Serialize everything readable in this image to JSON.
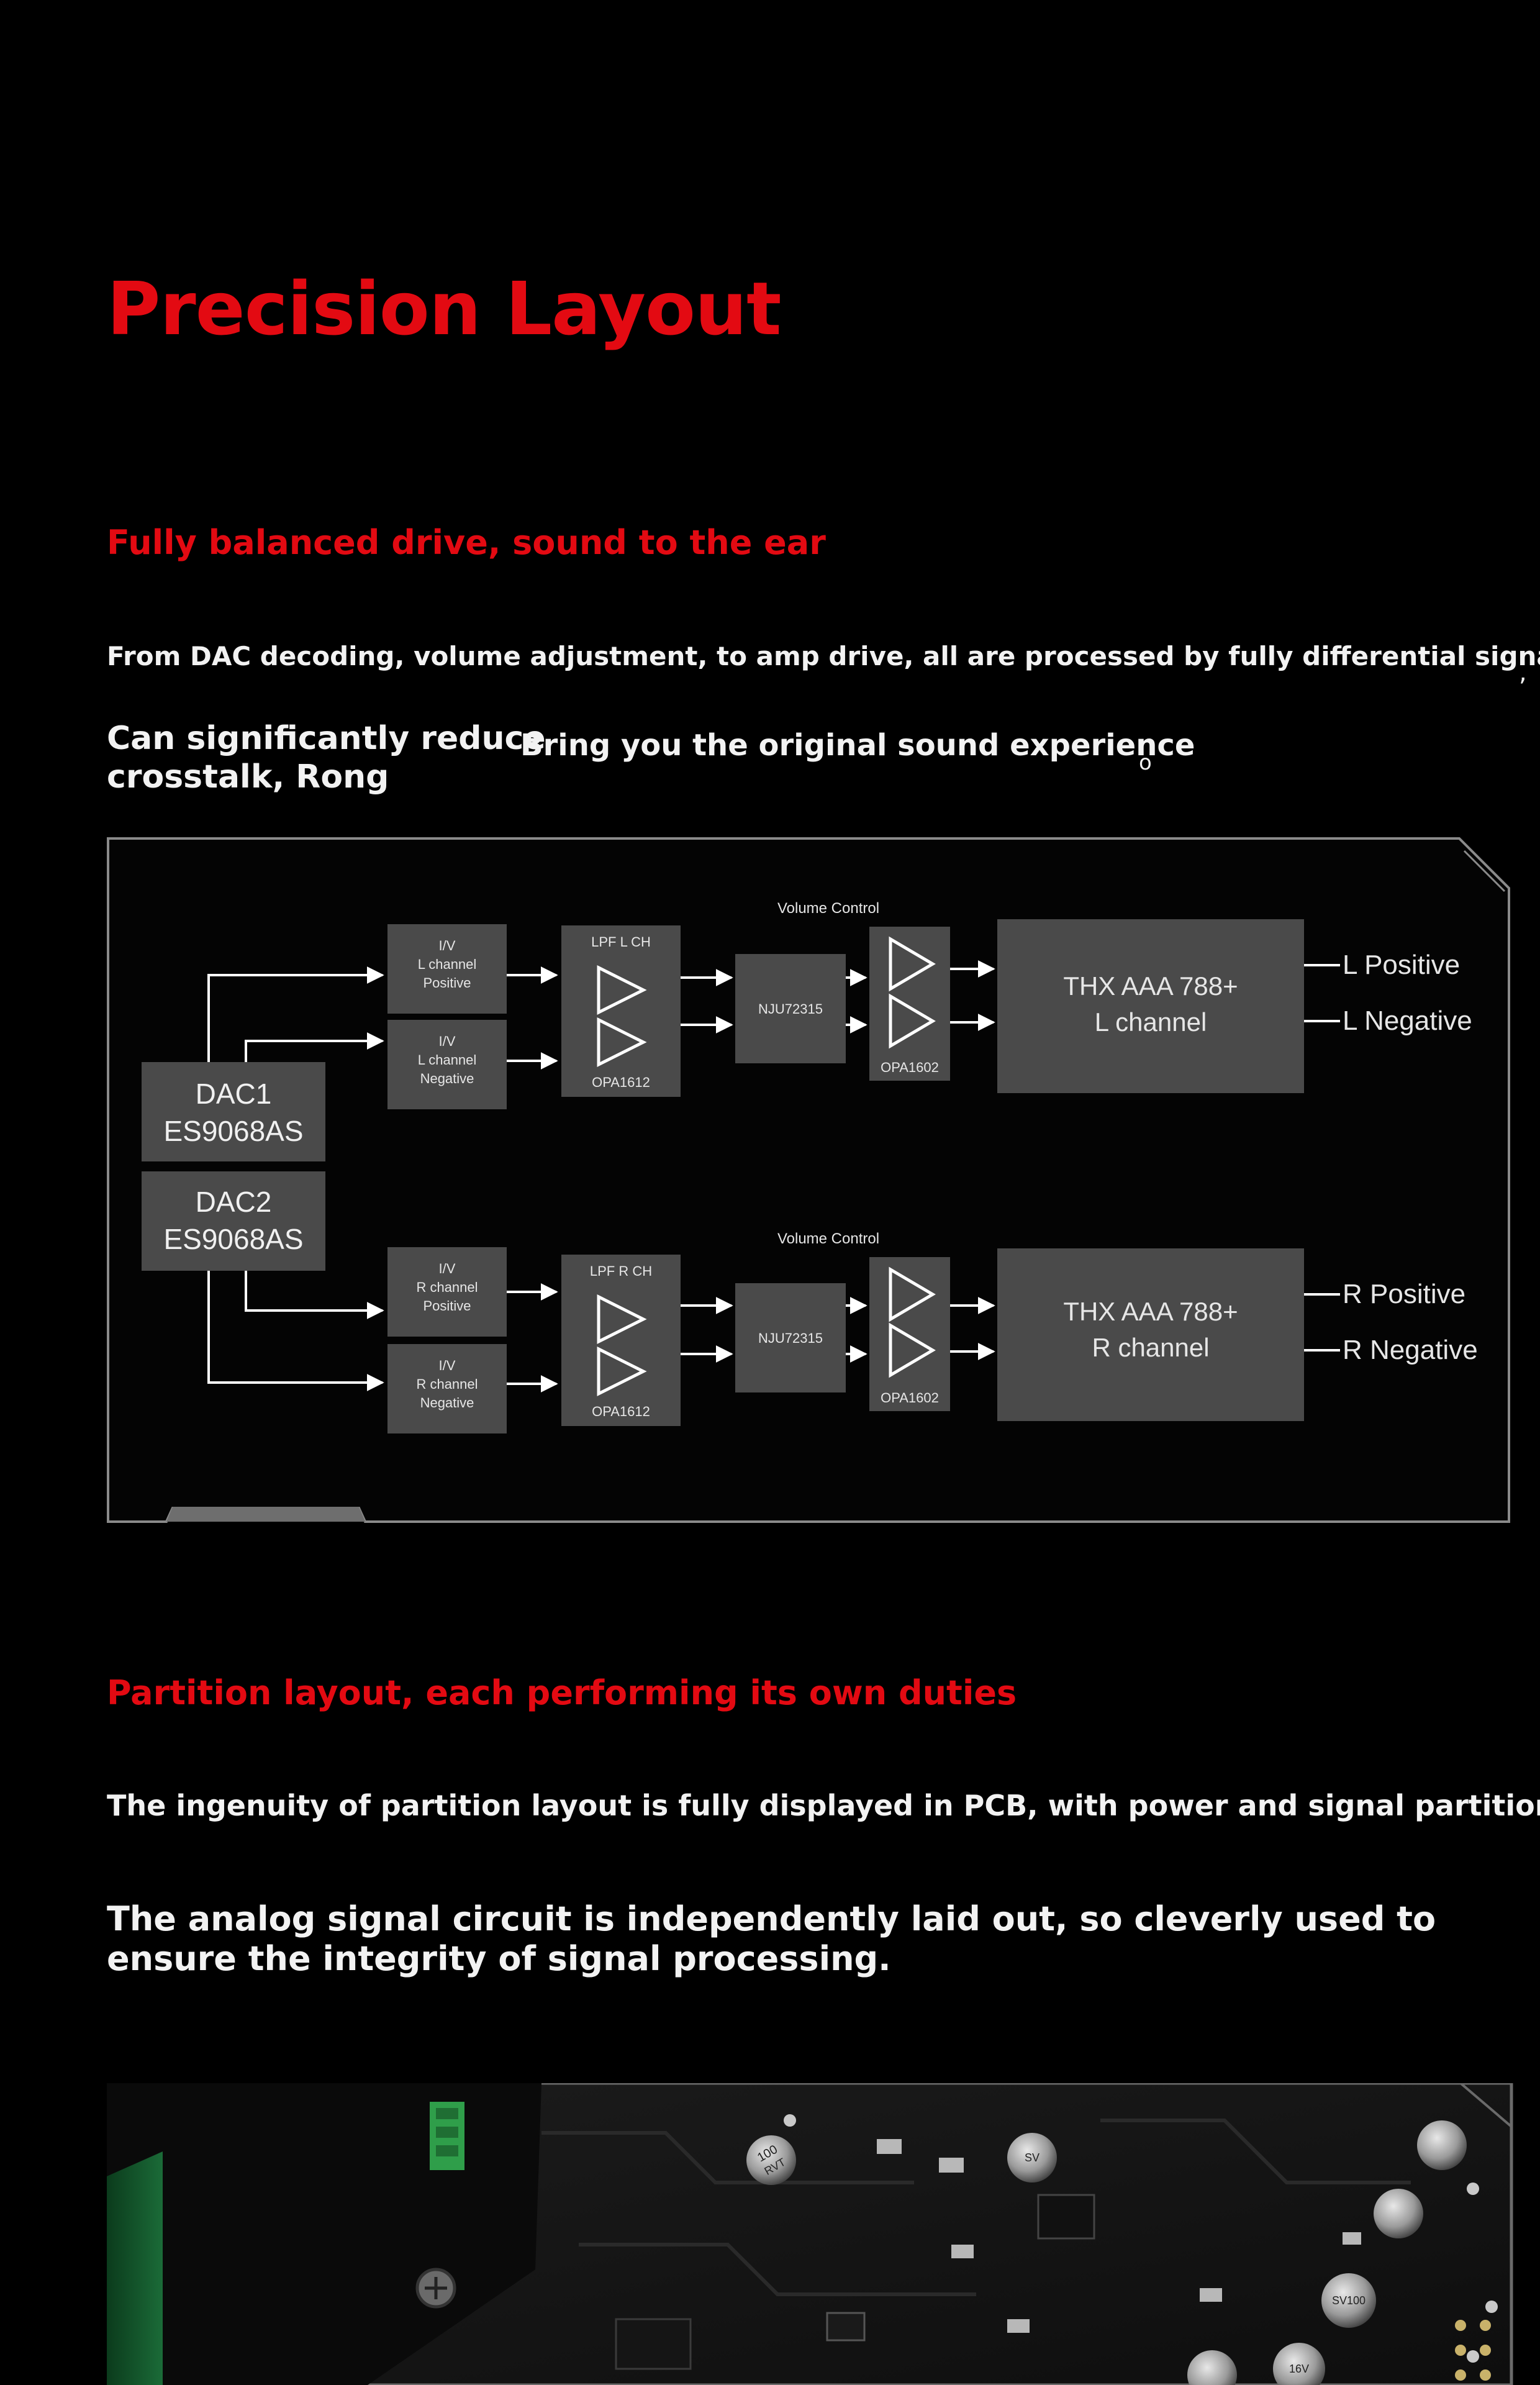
{
  "title": "Precision Layout",
  "section1": {
    "heading": "Fully balanced drive, sound to the ear",
    "line1": "From DAC decoding, volume adjustment, to amp drive, all are processed by fully differential signals.",
    "line1_mark": ",",
    "line2a": "Can significantly reduce",
    "line2b": "crosstalk, Rong",
    "line2c": "Bring you the original sound experience",
    "line2_mark": "o"
  },
  "diagram": {
    "dac1": {
      "name": "DAC1",
      "chip": "ES9068AS"
    },
    "dac2": {
      "name": "DAC2",
      "chip": "ES9068AS"
    },
    "left": {
      "iv_pos": [
        "I/V",
        "L channel",
        "Positive"
      ],
      "iv_neg": [
        "I/V",
        "L channel",
        "Negative"
      ],
      "lpf_label": "LPF L CH",
      "lpf_chip": "OPA1612",
      "volume_label": "Volume Control",
      "volume_chip": "NJU72315",
      "buffer_chip": "OPA1602",
      "amp": [
        "THX AAA 788+",
        "L channel"
      ],
      "out_pos": "L Positive",
      "out_neg": "L Negative"
    },
    "right": {
      "iv_pos": [
        "I/V",
        "R channel",
        "Positive"
      ],
      "iv_neg": [
        "I/V",
        "R channel",
        "Negative"
      ],
      "lpf_label": "LPF R CH",
      "lpf_chip": "OPA1612",
      "volume_label": "Volume Control",
      "volume_chip": "NJU72315",
      "buffer_chip": "OPA1602",
      "amp": [
        "THX AAA 788+",
        "R channel"
      ],
      "out_pos": "R Positive",
      "out_neg": "R Negative"
    }
  },
  "section2": {
    "heading": "Partition layout, each performing its own duties",
    "line1": "The ingenuity of partition layout is fully displayed in PCB, with power and signal partition",
    "line2": "The analog signal circuit is independently laid out, so cleverly used to ensure the integrity of signal processing."
  },
  "pcb_photo": {
    "capacitor_markings": [
      "100",
      "SV",
      "RVT",
      "SV100",
      "16V"
    ]
  },
  "colors": {
    "accent": "#e30a12",
    "text": "#f2f2f2",
    "block": "#4a4a4a",
    "block_text": "#e6e6e6"
  }
}
